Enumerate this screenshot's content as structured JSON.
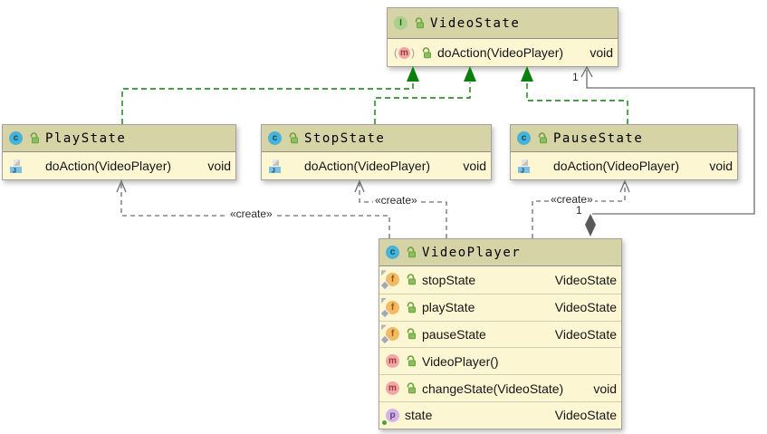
{
  "icons": {
    "interface_letter": "I",
    "class_letter": "c",
    "method_letter": "m",
    "field_letter": "f",
    "property_letter": "p",
    "java_letter": "J"
  },
  "classes": {
    "videostate": {
      "name": "VideoState",
      "members": [
        {
          "icon": "abstract-method-icon",
          "label": "doAction(VideoPlayer)",
          "type": "void"
        }
      ]
    },
    "playstate": {
      "name": "PlayState",
      "members": [
        {
          "icon": "java-method-icon",
          "label": "doAction(VideoPlayer)",
          "type": "void"
        }
      ]
    },
    "stopstate": {
      "name": "StopState",
      "members": [
        {
          "icon": "java-method-icon",
          "label": "doAction(VideoPlayer)",
          "type": "void"
        }
      ]
    },
    "pausestate": {
      "name": "PauseState",
      "members": [
        {
          "icon": "java-method-icon",
          "label": "doAction(VideoPlayer)",
          "type": "void"
        }
      ]
    },
    "videoplayer": {
      "name": "VideoPlayer",
      "fields": [
        {
          "icon": "field-icon",
          "label": "stopState",
          "type": "VideoState"
        },
        {
          "icon": "field-icon",
          "label": "playState",
          "type": "VideoState"
        },
        {
          "icon": "field-icon",
          "label": "pauseState",
          "type": "VideoState"
        }
      ],
      "methods": [
        {
          "icon": "method-icon",
          "label": "VideoPlayer()",
          "type": ""
        },
        {
          "icon": "method-icon",
          "label": "changeState(VideoState)",
          "type": "void"
        }
      ],
      "properties": [
        {
          "icon": "property-icon",
          "label": "state",
          "type": "VideoState"
        }
      ]
    }
  },
  "labels": {
    "create": "«create»",
    "one": "1"
  }
}
